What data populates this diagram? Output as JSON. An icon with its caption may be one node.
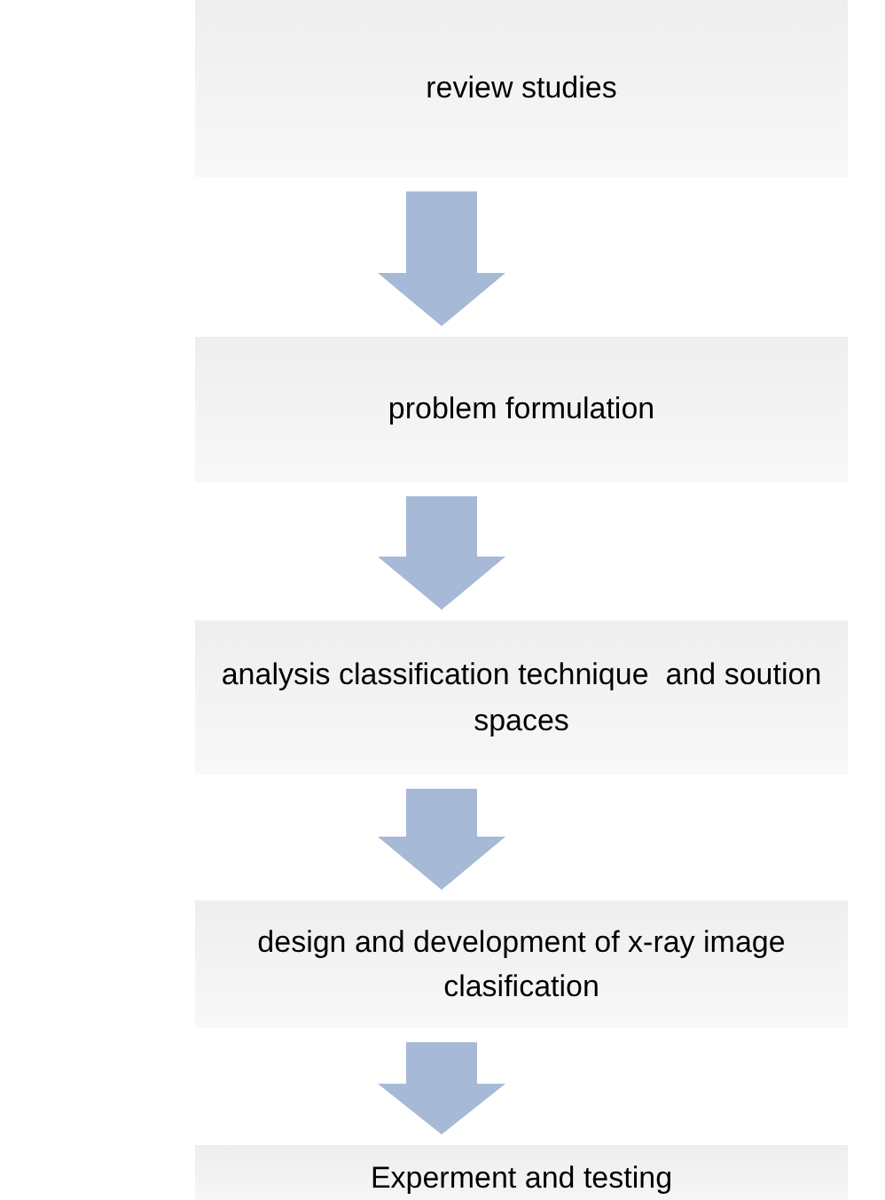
{
  "diagram": {
    "nodes": [
      {
        "text": [
          "review studies"
        ]
      },
      {
        "text": [
          "problem formulation"
        ]
      },
      {
        "text": [
          "analysis classification technique  and soution spaces"
        ]
      },
      {
        "text": [
          "design and development of x-ray image clasification"
        ]
      },
      {
        "text": [
          "Experment and testing"
        ]
      }
    ],
    "edges": [
      {
        "from": 0,
        "to": 1,
        "arrow": "to"
      },
      {
        "from": 1,
        "to": 2,
        "arrow": "to"
      },
      {
        "from": 2,
        "to": 3,
        "arrow": "to"
      },
      {
        "from": 3,
        "to": 4,
        "arrow": "to"
      }
    ]
  }
}
